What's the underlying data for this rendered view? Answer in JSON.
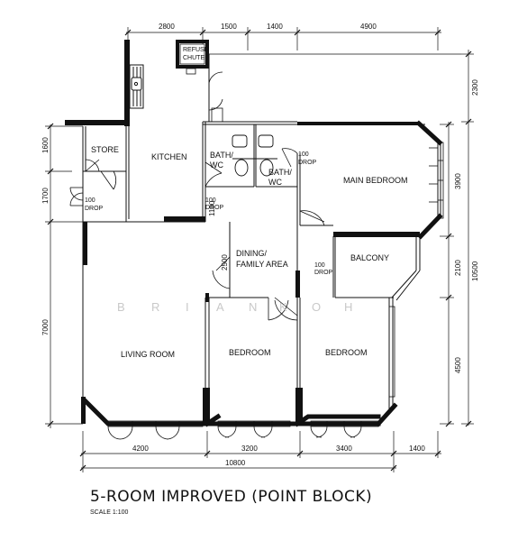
{
  "title": "5-ROOM IMPROVED (POINT BLOCK)",
  "scale": "SCALE  1:100",
  "watermark": [
    "B",
    "R",
    "I",
    "A",
    "N",
    "K",
    "O",
    "H"
  ],
  "rooms": {
    "store": "STORE",
    "kitchen": "KITCHEN",
    "bath_wc_1": [
      "BATH/",
      "WC"
    ],
    "bath_wc_2": [
      "BATH/",
      "WC"
    ],
    "main_bedroom": "MAIN BEDROOM",
    "dining": [
      "DINING/",
      "FAMILY AREA"
    ],
    "balcony": "BALCONY",
    "living_room": "LIVING ROOM",
    "bedroom_1": "BEDROOM",
    "bedroom_2": "BEDROOM",
    "refuse_chute": [
      "REFUSE",
      "CHUTE"
    ]
  },
  "drops": {
    "store": [
      "100",
      "DROP"
    ],
    "bath1": [
      "100",
      "DROP"
    ],
    "bath2": [
      "100",
      "DROP"
    ],
    "dining": [
      "100",
      "DROP"
    ]
  },
  "dimensions": {
    "top": [
      "2800",
      "1500",
      "1400",
      "4900"
    ],
    "bottom": [
      "4200",
      "3200",
      "3400",
      "1400"
    ],
    "bottom_total": "10800",
    "left": [
      "1600",
      "1700",
      "7000"
    ],
    "right_inner": [
      "3900",
      "2100",
      "4500"
    ],
    "right_outer": "10500",
    "right_top": "2300",
    "interior": [
      "2500",
      "1100"
    ]
  }
}
